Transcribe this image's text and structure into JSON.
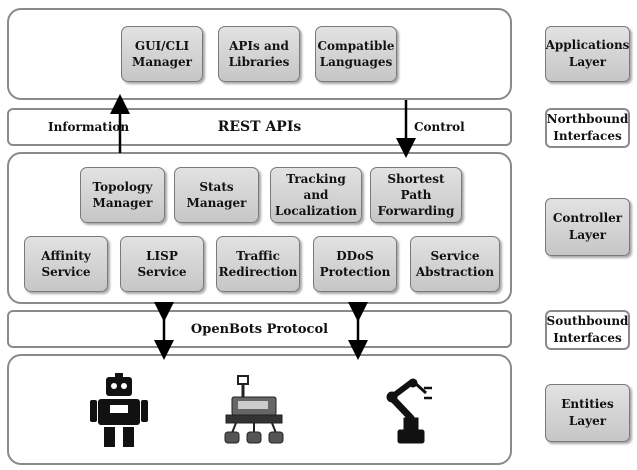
{
  "applications_layer": {
    "modules": [
      "GUI/CLI\nManager",
      "APIs and\nLibraries",
      "Compatible\nLanguages"
    ]
  },
  "northbound": {
    "title": "REST APIs",
    "left_label": "Information",
    "right_label": "Control"
  },
  "controller_layer": {
    "row1": [
      "Topology\nManager",
      "Stats\nManager",
      "Tracking\nand\nLocalization",
      "Shortest\nPath\nForwarding"
    ],
    "row2": [
      "Affinity\nService",
      "LISP\nService",
      "Traffic\nRedirection",
      "DDoS\nProtection",
      "Service\nAbstraction"
    ]
  },
  "southbound": {
    "title": "OpenBots Protocol"
  },
  "entities_layer": {
    "icons": [
      "robot-icon",
      "rover-icon",
      "robotic-arm-icon"
    ]
  },
  "side_labels": {
    "applications": "Applications\nLayer",
    "northbound": "Northbound\nInterfaces",
    "controller": "Controller\nLayer",
    "southbound": "Southbound\nInterfaces",
    "entities": "Entities\nLayer"
  }
}
